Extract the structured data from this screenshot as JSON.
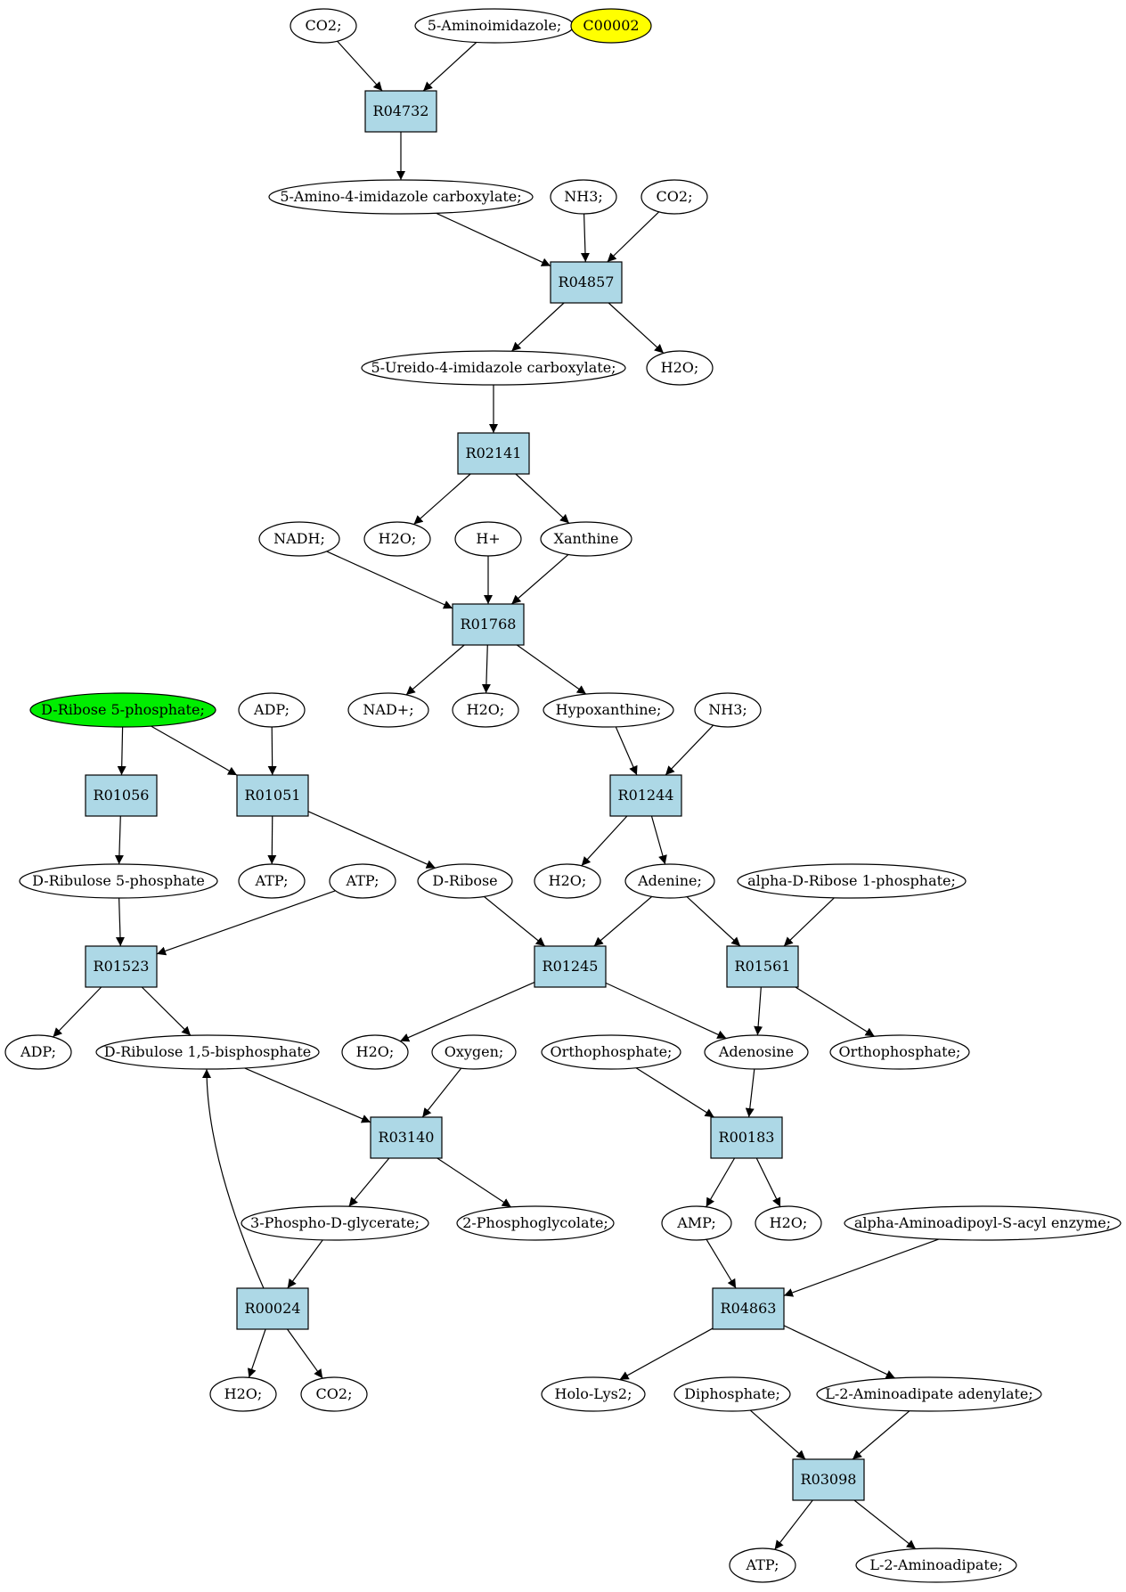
{
  "colors": {
    "reaction_fill": "#add8e6",
    "compound_fill": "#ffffff",
    "start_compound_fill": "#00ee00",
    "query_compound_fill": "#ffff00",
    "stroke": "#000000"
  },
  "nodes": [
    {
      "id": "c_co2_a",
      "type": "compound",
      "label": "CO2;"
    },
    {
      "id": "c_5ai",
      "type": "compound",
      "label": "5-Aminoimidazole;"
    },
    {
      "id": "c_c00002",
      "type": "compound",
      "label": "C00002",
      "style": "query"
    },
    {
      "id": "r_R04732",
      "type": "reaction",
      "label": "R04732"
    },
    {
      "id": "c_5a4ic",
      "type": "compound",
      "label": "5-Amino-4-imidazole carboxylate;"
    },
    {
      "id": "c_nh3_a",
      "type": "compound",
      "label": "NH3;"
    },
    {
      "id": "c_co2_b",
      "type": "compound",
      "label": "CO2;"
    },
    {
      "id": "r_R04857",
      "type": "reaction",
      "label": "R04857"
    },
    {
      "id": "c_5u4ic",
      "type": "compound",
      "label": "5-Ureido-4-imidazole carboxylate;"
    },
    {
      "id": "c_h2o_a",
      "type": "compound",
      "label": "H2O;"
    },
    {
      "id": "r_R02141",
      "type": "reaction",
      "label": "R02141"
    },
    {
      "id": "c_nadh",
      "type": "compound",
      "label": "NADH;"
    },
    {
      "id": "c_h2o_b",
      "type": "compound",
      "label": "H2O;"
    },
    {
      "id": "c_hplus",
      "type": "compound",
      "label": "H+"
    },
    {
      "id": "c_xanthine",
      "type": "compound",
      "label": "Xanthine"
    },
    {
      "id": "r_R01768",
      "type": "reaction",
      "label": "R01768"
    },
    {
      "id": "c_dr5p",
      "type": "compound",
      "label": "D-Ribose 5-phosphate;",
      "style": "start"
    },
    {
      "id": "c_adp_a",
      "type": "compound",
      "label": "ADP;"
    },
    {
      "id": "c_nadplus",
      "type": "compound",
      "label": "NAD+;"
    },
    {
      "id": "c_h2o_c",
      "type": "compound",
      "label": "H2O;"
    },
    {
      "id": "c_hypoxanthine",
      "type": "compound",
      "label": "Hypoxanthine;"
    },
    {
      "id": "c_nh3_b",
      "type": "compound",
      "label": "NH3;"
    },
    {
      "id": "r_R01056",
      "type": "reaction",
      "label": "R01056"
    },
    {
      "id": "r_R01051",
      "type": "reaction",
      "label": "R01051"
    },
    {
      "id": "r_R01244",
      "type": "reaction",
      "label": "R01244"
    },
    {
      "id": "c_dru5p",
      "type": "compound",
      "label": "D-Ribulose 5-phosphate"
    },
    {
      "id": "c_atp_a",
      "type": "compound",
      "label": "ATP;"
    },
    {
      "id": "c_atp_b",
      "type": "compound",
      "label": "ATP;"
    },
    {
      "id": "c_dribose",
      "type": "compound",
      "label": "D-Ribose"
    },
    {
      "id": "c_h2o_d",
      "type": "compound",
      "label": "H2O;"
    },
    {
      "id": "c_adenine",
      "type": "compound",
      "label": "Adenine;"
    },
    {
      "id": "c_adr1p",
      "type": "compound",
      "label": "alpha-D-Ribose 1-phosphate;"
    },
    {
      "id": "r_R01523",
      "type": "reaction",
      "label": "R01523"
    },
    {
      "id": "r_R01245",
      "type": "reaction",
      "label": "R01245"
    },
    {
      "id": "r_R01561",
      "type": "reaction",
      "label": "R01561"
    },
    {
      "id": "c_adp_b",
      "type": "compound",
      "label": "ADP;"
    },
    {
      "id": "c_drubp",
      "type": "compound",
      "label": "D-Ribulose 1,5-bisphosphate"
    },
    {
      "id": "c_h2o_e",
      "type": "compound",
      "label": "H2O;"
    },
    {
      "id": "c_oxygen",
      "type": "compound",
      "label": "Oxygen;"
    },
    {
      "id": "c_ortho_a",
      "type": "compound",
      "label": "Orthophosphate;"
    },
    {
      "id": "c_adenosine",
      "type": "compound",
      "label": "Adenosine"
    },
    {
      "id": "c_ortho_b",
      "type": "compound",
      "label": "Orthophosphate;"
    },
    {
      "id": "r_R03140",
      "type": "reaction",
      "label": "R03140"
    },
    {
      "id": "r_R00183",
      "type": "reaction",
      "label": "R00183"
    },
    {
      "id": "c_3pdg",
      "type": "compound",
      "label": "3-Phospho-D-glycerate;"
    },
    {
      "id": "c_2pg",
      "type": "compound",
      "label": "2-Phosphoglycolate;"
    },
    {
      "id": "c_amp",
      "type": "compound",
      "label": "AMP;"
    },
    {
      "id": "c_h2o_f",
      "type": "compound",
      "label": "H2O;"
    },
    {
      "id": "c_aasae",
      "type": "compound",
      "label": "alpha-Aminoadipoyl-S-acyl enzyme;"
    },
    {
      "id": "r_R00024",
      "type": "reaction",
      "label": "R00024"
    },
    {
      "id": "r_R04863",
      "type": "reaction",
      "label": "R04863"
    },
    {
      "id": "c_h2o_g",
      "type": "compound",
      "label": "H2O;"
    },
    {
      "id": "c_co2_c",
      "type": "compound",
      "label": "CO2;"
    },
    {
      "id": "c_hololys2",
      "type": "compound",
      "label": "Holo-Lys2;"
    },
    {
      "id": "c_diphosphate",
      "type": "compound",
      "label": "Diphosphate;"
    },
    {
      "id": "c_l2aaa",
      "type": "compound",
      "label": "L-2-Aminoadipate adenylate;"
    },
    {
      "id": "r_R03098",
      "type": "reaction",
      "label": "R03098"
    },
    {
      "id": "c_atp_c",
      "type": "compound",
      "label": "ATP;"
    },
    {
      "id": "c_l2aa",
      "type": "compound",
      "label": "L-2-Aminoadipate;"
    }
  ],
  "edges": [
    {
      "from": "c_co2_a",
      "to": "r_R04732"
    },
    {
      "from": "c_5ai",
      "to": "r_R04732"
    },
    {
      "from": "r_R04732",
      "to": "c_5a4ic"
    },
    {
      "from": "c_5a4ic",
      "to": "r_R04857"
    },
    {
      "from": "c_nh3_a",
      "to": "r_R04857"
    },
    {
      "from": "c_co2_b",
      "to": "r_R04857"
    },
    {
      "from": "r_R04857",
      "to": "c_5u4ic"
    },
    {
      "from": "r_R04857",
      "to": "c_h2o_a"
    },
    {
      "from": "c_5u4ic",
      "to": "r_R02141"
    },
    {
      "from": "r_R02141",
      "to": "c_h2o_b"
    },
    {
      "from": "r_R02141",
      "to": "c_xanthine"
    },
    {
      "from": "c_nadh",
      "to": "r_R01768"
    },
    {
      "from": "c_hplus",
      "to": "r_R01768"
    },
    {
      "from": "c_xanthine",
      "to": "r_R01768"
    },
    {
      "from": "r_R01768",
      "to": "c_nadplus"
    },
    {
      "from": "r_R01768",
      "to": "c_h2o_c"
    },
    {
      "from": "r_R01768",
      "to": "c_hypoxanthine"
    },
    {
      "from": "c_hypoxanthine",
      "to": "r_R01244"
    },
    {
      "from": "c_nh3_b",
      "to": "r_R01244"
    },
    {
      "from": "r_R01244",
      "to": "c_h2o_d"
    },
    {
      "from": "r_R01244",
      "to": "c_adenine"
    },
    {
      "from": "c_dr5p",
      "to": "r_R01056"
    },
    {
      "from": "c_dr5p",
      "to": "r_R01051"
    },
    {
      "from": "c_adp_a",
      "to": "r_R01051"
    },
    {
      "from": "r_R01051",
      "to": "c_atp_a"
    },
    {
      "from": "r_R01051",
      "to": "c_dribose"
    },
    {
      "from": "r_R01056",
      "to": "c_dru5p"
    },
    {
      "from": "c_dru5p",
      "to": "r_R01523"
    },
    {
      "from": "c_atp_b",
      "to": "r_R01523"
    },
    {
      "from": "r_R01523",
      "to": "c_adp_b"
    },
    {
      "from": "r_R01523",
      "to": "c_drubp"
    },
    {
      "from": "c_dribose",
      "to": "r_R01245"
    },
    {
      "from": "c_adenine",
      "to": "r_R01245"
    },
    {
      "from": "c_adenine",
      "to": "r_R01561"
    },
    {
      "from": "c_adr1p",
      "to": "r_R01561"
    },
    {
      "from": "r_R01245",
      "to": "c_h2o_e"
    },
    {
      "from": "r_R01245",
      "to": "c_adenosine"
    },
    {
      "from": "r_R01561",
      "to": "c_adenosine"
    },
    {
      "from": "r_R01561",
      "to": "c_ortho_b"
    },
    {
      "from": "c_drubp",
      "to": "r_R03140"
    },
    {
      "from": "c_oxygen",
      "to": "r_R03140"
    },
    {
      "from": "c_ortho_a",
      "to": "r_R00183"
    },
    {
      "from": "c_adenosine",
      "to": "r_R00183"
    },
    {
      "from": "r_R03140",
      "to": "c_3pdg"
    },
    {
      "from": "r_R03140",
      "to": "c_2pg"
    },
    {
      "from": "r_R00183",
      "to": "c_amp"
    },
    {
      "from": "r_R00183",
      "to": "c_h2o_f"
    },
    {
      "from": "c_3pdg",
      "to": "r_R00024"
    },
    {
      "from": "r_R00024",
      "to": "c_drubp",
      "curved": true
    },
    {
      "from": "r_R00024",
      "to": "c_h2o_g"
    },
    {
      "from": "r_R00024",
      "to": "c_co2_c"
    },
    {
      "from": "c_amp",
      "to": "r_R04863"
    },
    {
      "from": "c_aasae",
      "to": "r_R04863"
    },
    {
      "from": "r_R04863",
      "to": "c_hololys2"
    },
    {
      "from": "r_R04863",
      "to": "c_l2aaa"
    },
    {
      "from": "c_diphosphate",
      "to": "r_R03098"
    },
    {
      "from": "c_l2aaa",
      "to": "r_R03098"
    },
    {
      "from": "r_R03098",
      "to": "c_atp_c"
    },
    {
      "from": "r_R03098",
      "to": "c_l2aa"
    }
  ]
}
